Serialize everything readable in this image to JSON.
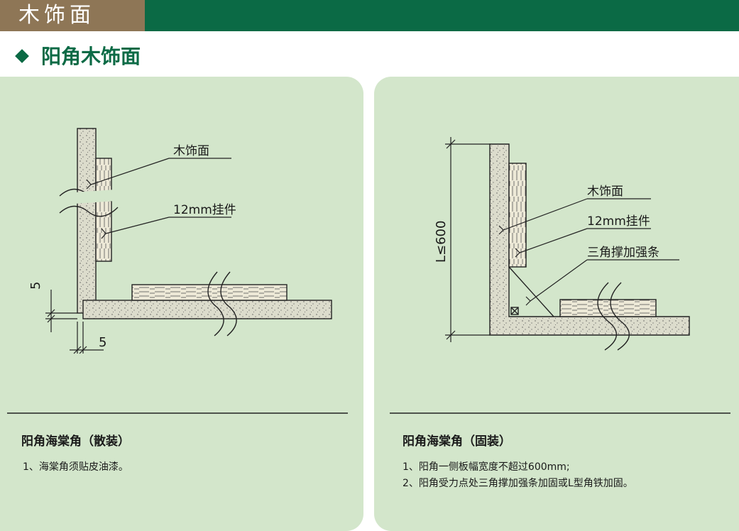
{
  "header": {
    "title": "木饰面"
  },
  "section": {
    "title": "阳角木饰面"
  },
  "colors": {
    "brand_green": "#0b6a45",
    "tab_brown": "#8e7656",
    "panel_bg": "#d3e6cb"
  },
  "left_diagram": {
    "labels": {
      "wood_veneer": "木饰面",
      "hanger": "12mm挂件",
      "dim_v": "5",
      "dim_h": "5"
    },
    "caption": "阳角海棠角（散装）",
    "notes": [
      "1、海棠角须贴皮油漆。"
    ]
  },
  "right_diagram": {
    "labels": {
      "wood_veneer": "木饰面",
      "hanger": "12mm挂件",
      "brace": "三角撑加强条",
      "dim_width": "L≤600"
    },
    "caption": "阳角海棠角（固装）",
    "notes": [
      "1、阳角一侧板幅宽度不超过600mm;",
      "2、阳角受力点处三角撑加强条加固或L型角铁加固。"
    ]
  }
}
